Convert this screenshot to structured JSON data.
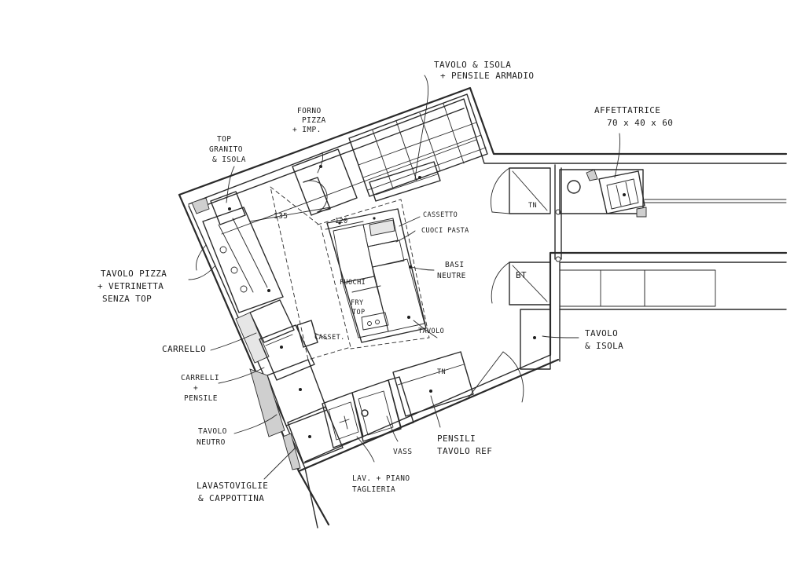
{
  "labels": {
    "tavolo_isola_pensile": [
      "TAVOLO & ISOLA",
      "+ PENSILE ARMADIO"
    ],
    "forno_pizza": [
      "FORNO",
      "PIZZA",
      "+ IMP."
    ],
    "top_granito": [
      "TOP",
      "GRANITO",
      "& ISOLA"
    ],
    "affettatrice": [
      "AFFETTATRICE",
      "70 x 40 x 60"
    ],
    "dim_135": "135",
    "dim_120": "120",
    "cassetto": "CASSETTO",
    "cuoci_pasta": "CUOCI PASTA",
    "basi_neutre": [
      "BASI",
      "NEUTRE"
    ],
    "fuochi": "FUOCHI",
    "fry_top": [
      "FRY",
      "TOP"
    ],
    "tavolo_inner": "TAVOLO",
    "casset": "CASSET.",
    "tn_top": "TN",
    "tn_bottom": "TN",
    "bt": "BT",
    "tavolo_pizza": [
      "TAVOLO PIZZA",
      "+ VETRINETTA",
      "SENZA TOP"
    ],
    "carrello": "CARRELLO",
    "carrelli_pensile": [
      "CARRELLI",
      "+",
      "PENSILE"
    ],
    "tavolo_neutro": [
      "TAVOLO",
      "NEUTRO"
    ],
    "lavastoviglie": [
      "LAVASTOVIGLIE",
      "& CAPPOTTINA"
    ],
    "lav_piano": [
      "LAV. + PIANO",
      "TAGLIERIA"
    ],
    "vass": "VASS",
    "pensili_tavolo_ref": [
      "PENSILI",
      "TAVOLO REF"
    ],
    "tavolo_isola_right": [
      "TAVOLO",
      "& ISOLA"
    ]
  }
}
